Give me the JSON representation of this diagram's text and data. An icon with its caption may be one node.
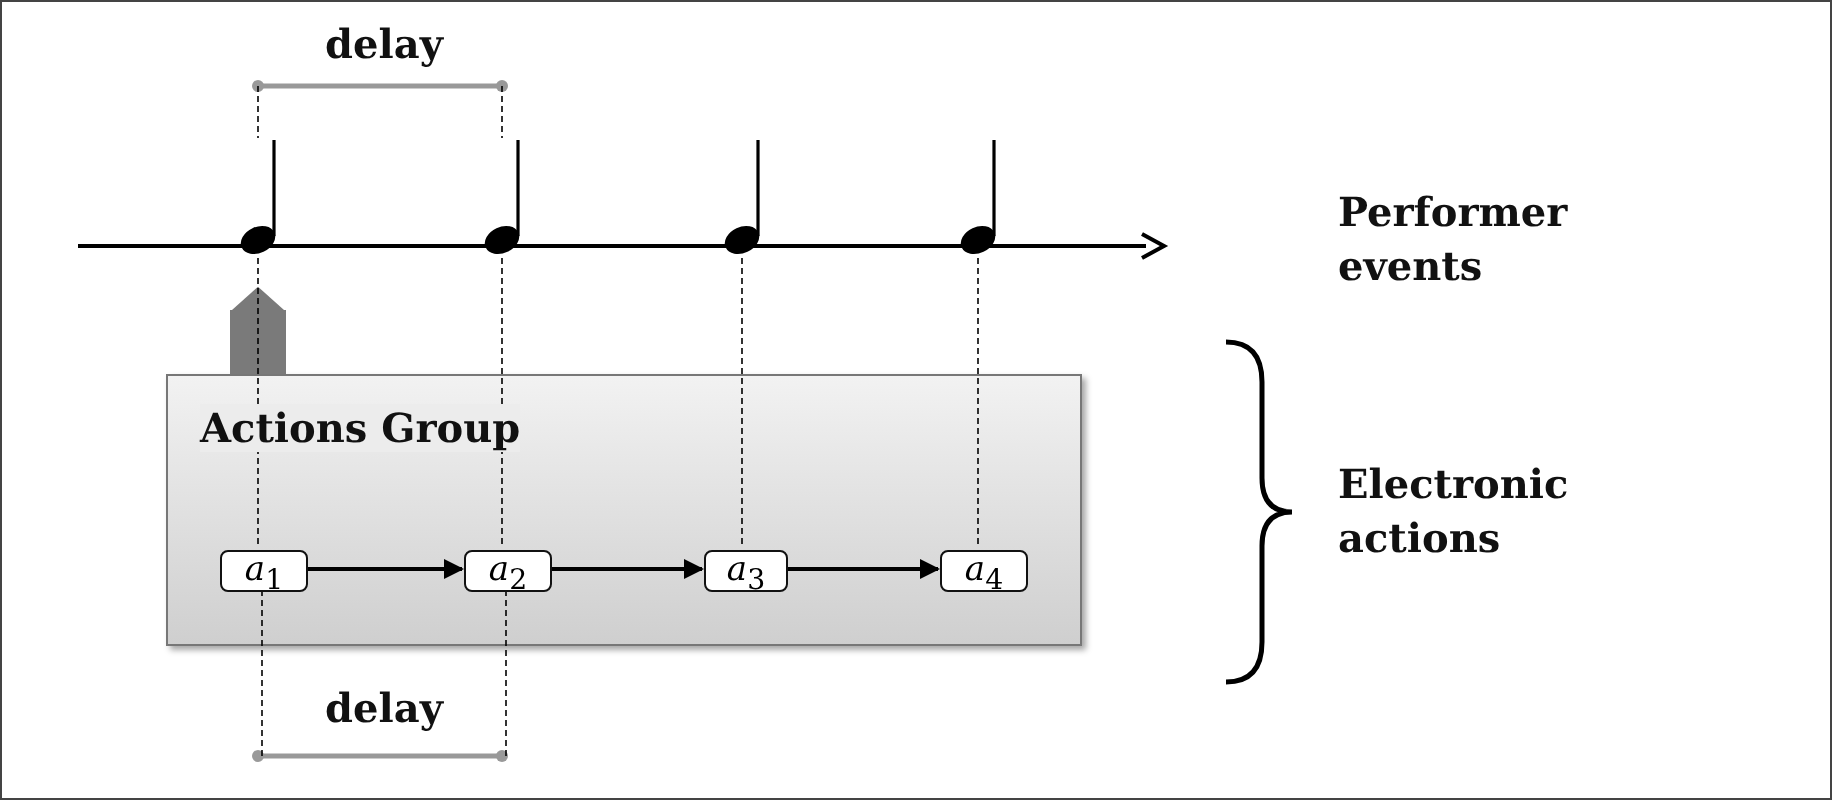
{
  "diagram": {
    "nodes": [
      {
        "text": [
          "Actions Group"
        ]
      },
      {
        "text": [
          "*a*$_{1}$"
        ],
        "in": 0
      },
      {
        "text": [
          "*a*$_{2}$"
        ],
        "in": 0
      },
      {
        "text": [
          "*a*$_{3}$"
        ],
        "in": 0
      },
      {
        "text": [
          "*a*$_{4}$"
        ],
        "in": 0
      },
      {
        "text": [],
        "shape": "picture"
      },
      {
        "text": [],
        "shape": "picture"
      },
      {
        "text": [],
        "shape": "picture"
      },
      {
        "text": [],
        "shape": "picture"
      }
    ],
    "edges": [
      {
        "from": 1,
        "to": 2,
        "arrow": "to"
      },
      {
        "from": 2,
        "to": 3,
        "arrow": "to"
      },
      {
        "from": 3,
        "to": 4,
        "arrow": "to"
      },
      {
        "from": 0,
        "to": 5,
        "arrow": "to",
        "style": "thick",
        "color": "#7a7a7a"
      },
      {
        "from": 5,
        "to": 1,
        "arrow": "none",
        "style": "dashed"
      },
      {
        "from": 6,
        "to": 2,
        "arrow": "none",
        "style": "dashed"
      },
      {
        "from": 7,
        "to": 3,
        "arrow": "none",
        "style": "dashed"
      },
      {
        "from": 8,
        "to": 4,
        "arrow": "none",
        "style": "dashed"
      }
    ],
    "labels": [
      "delay",
      "Performer events",
      "Electronic actions",
      "delay"
    ]
  }
}
